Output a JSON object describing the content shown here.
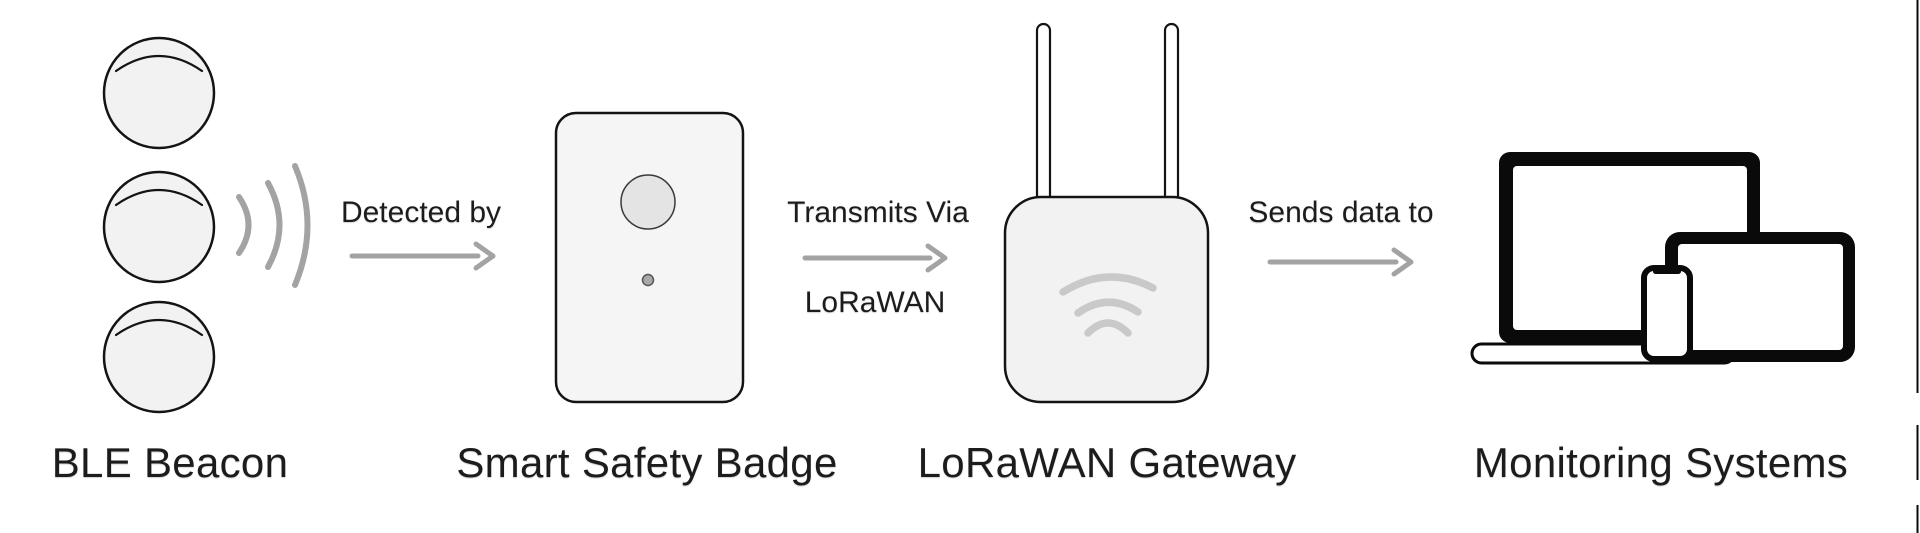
{
  "diagram": {
    "nodes": [
      {
        "id": "ble-beacon",
        "label": "BLE Beacon"
      },
      {
        "id": "smart-safety-badge",
        "label": "Smart Safety Badge"
      },
      {
        "id": "lorawan-gateway",
        "label": "LoRaWAN Gateway"
      },
      {
        "id": "monitoring-systems",
        "label": "Monitoring Systems"
      }
    ],
    "edges": [
      {
        "from": "ble-beacon",
        "to": "smart-safety-badge",
        "label": "Detected by"
      },
      {
        "from": "smart-safety-badge",
        "to": "lorawan-gateway",
        "label": "Transmits Via",
        "label_line2": "LoRaWAN"
      },
      {
        "from": "lorawan-gateway",
        "to": "monitoring-systems",
        "label": "Sends data to"
      }
    ],
    "icons": {
      "ble_beacon": "three-beacon-pucks-icon",
      "ble_waves": "signal-waves-icon",
      "badge": "safety-badge-icon",
      "gateway": "router-antennas-wifi-icon",
      "monitoring": "laptop-tablet-phone-icon"
    },
    "colors": {
      "background": "#ffffff",
      "shape_fill": "#f2f2f2",
      "outline": "#141414",
      "arrow_gray": "#a3a3a3",
      "wifi_gray": "#c9c9c9",
      "text": "#1c1c1c"
    }
  }
}
